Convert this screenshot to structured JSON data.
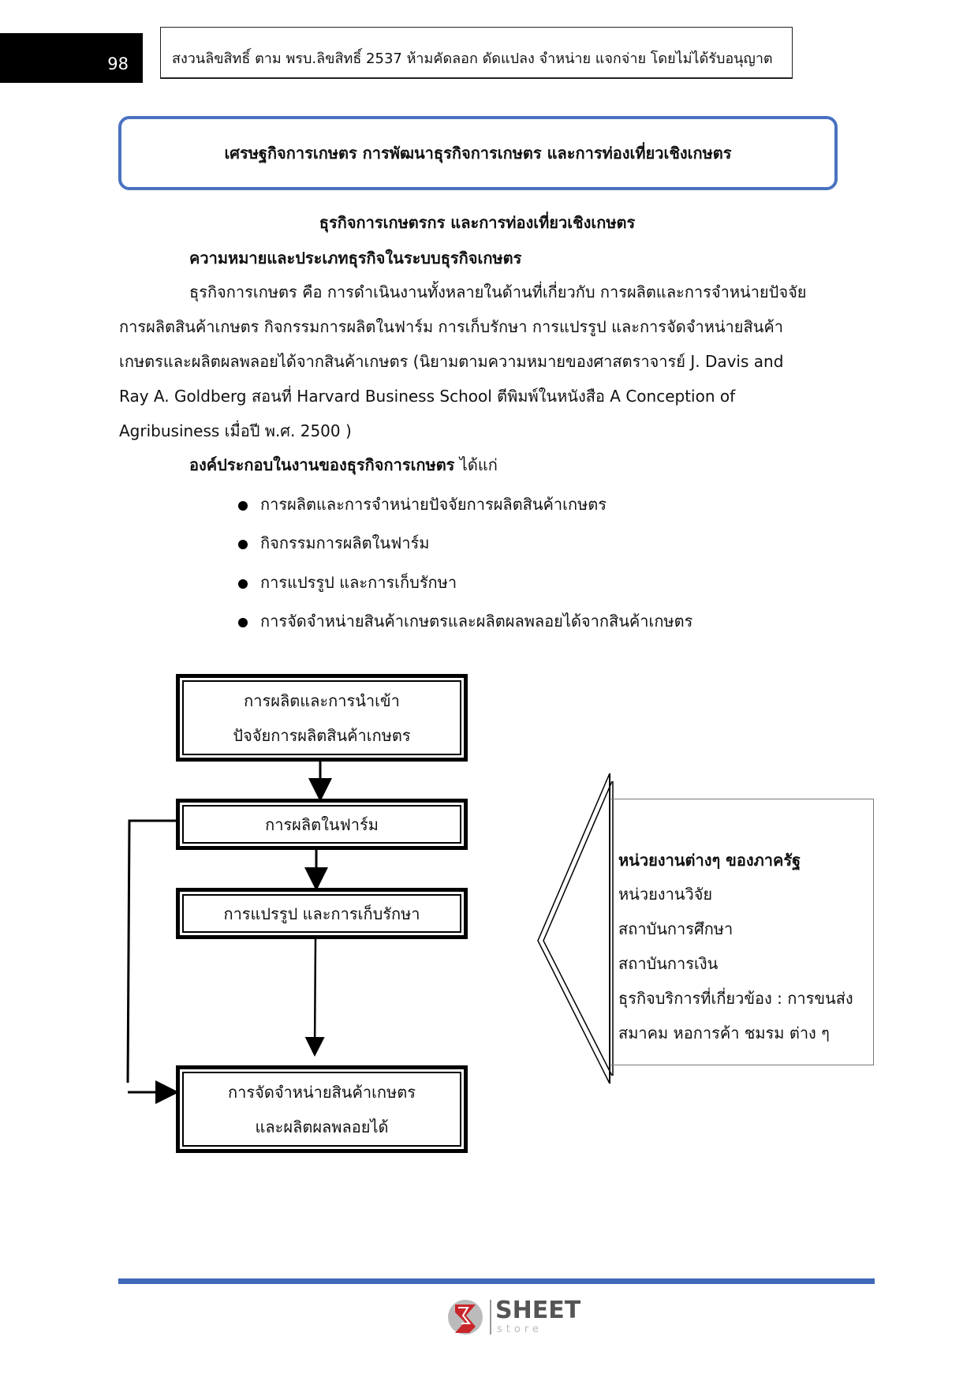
{
  "header": {
    "page_number": "98",
    "copyright": "สงวนลิขสิทธิ์ ตาม พรบ.ลิขสิทธิ์ 2537 ห้ามคัดลอก ดัดแปลง จำหน่าย แจกจ่าย โดยไม่ได้รับอนุญาต"
  },
  "title": "เศรษฐกิจการเกษตร การพัฒนาธุรกิจการเกษตร และการท่องเที่ยวเชิงเกษตร",
  "subtitle": "ธุรกิจการเกษตรกร และการท่องเที่ยวเชิงเกษตร",
  "section_heading": "ความหมายและประเภทธุรกิจในระบบธุรกิจเกษตร",
  "paragraph": [
    "ธุรกิจการเกษตร คือ การดำเนินงานทั้งหลายในด้านที่เกี่ยวกับ การผลิตและการจำหน่ายปัจจัย",
    "การผลิตสินค้าเกษตร กิจกรรมการผลิตในฟาร์ม การเก็บรักษา การแปรรูป และการจัดจำหน่ายสินค้า",
    "เกษตรและผลิตผลพลอยได้จากสินค้าเกษตร (นิยามตามความหมายของศาสตราจารย์ J. Davis and",
    "Ray A. Goldberg สอนที่ Harvard Business School ตีพิมพ์ในหนังสือ A Conception of",
    "Agribusiness เมื่อปี พ.ศ. 2500 )"
  ],
  "components_heading": "องค์ประกอบในงานของธุรกิจการเกษตร",
  "components_suffix": " ได้แก่",
  "bullets": [
    "การผลิตและการจำหน่ายปัจจัยการผลิตสินค้าเกษตร",
    "กิจกรรมการผลิตในฟาร์ม",
    "การแปรรูป และการเก็บรักษา",
    "การจัดจำหน่ายสินค้าเกษตรและผลิตผลพลอยได้จากสินค้าเกษตร"
  ],
  "flow": {
    "box1": [
      "การผลิตและการนำเข้า",
      "ปัจจัยการผลิตสินค้าเกษตร"
    ],
    "box2": "การผลิตในฟาร์ม",
    "box3": "การแปรรูป และการเก็บรักษา",
    "box4": [
      "การจัดจำหน่ายสินค้าเกษตร",
      "และผลิตผลพลอยได้"
    ]
  },
  "support": {
    "heading": "หน่วยงานต่างๆ ของภาครัฐ",
    "items": [
      "หน่วยงานวิจัย",
      "สถาบันการศึกษา",
      "สถาบันการเงิน",
      "ธุรกิจบริการที่เกี่ยวข้อง : การขนส่ง",
      "สมาคม หอการค้า ชมรม ต่าง ๆ"
    ]
  },
  "footer": {
    "logo_text": "SHEET",
    "logo_sub": "store"
  },
  "colors": {
    "accent": "#4a72c0",
    "footer_line": "#4068b8"
  }
}
